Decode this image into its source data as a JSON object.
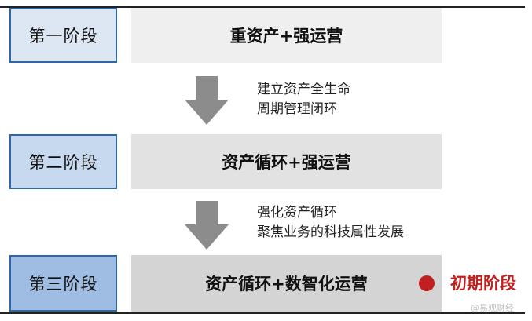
{
  "stages": [
    {
      "label": "第一阶段",
      "content": "重资产+强运营"
    },
    {
      "label": "第二阶段",
      "content": "资产循环+强运营"
    },
    {
      "label": "第三阶段",
      "content": "资产循环+数智化运营"
    }
  ],
  "transitions": [
    {
      "lines": [
        "建立资产全生命",
        "周期管理闭环"
      ]
    },
    {
      "lines": [
        "强化资产循环",
        "聚焦业务的科技属性发展"
      ]
    }
  ],
  "status": {
    "text": "初期阶段",
    "color": "#c0201f"
  },
  "watermark": {
    "text": "@易观财经"
  },
  "colors": {
    "label_border": "#2e67a8",
    "arrow": "#8c8c8c"
  }
}
